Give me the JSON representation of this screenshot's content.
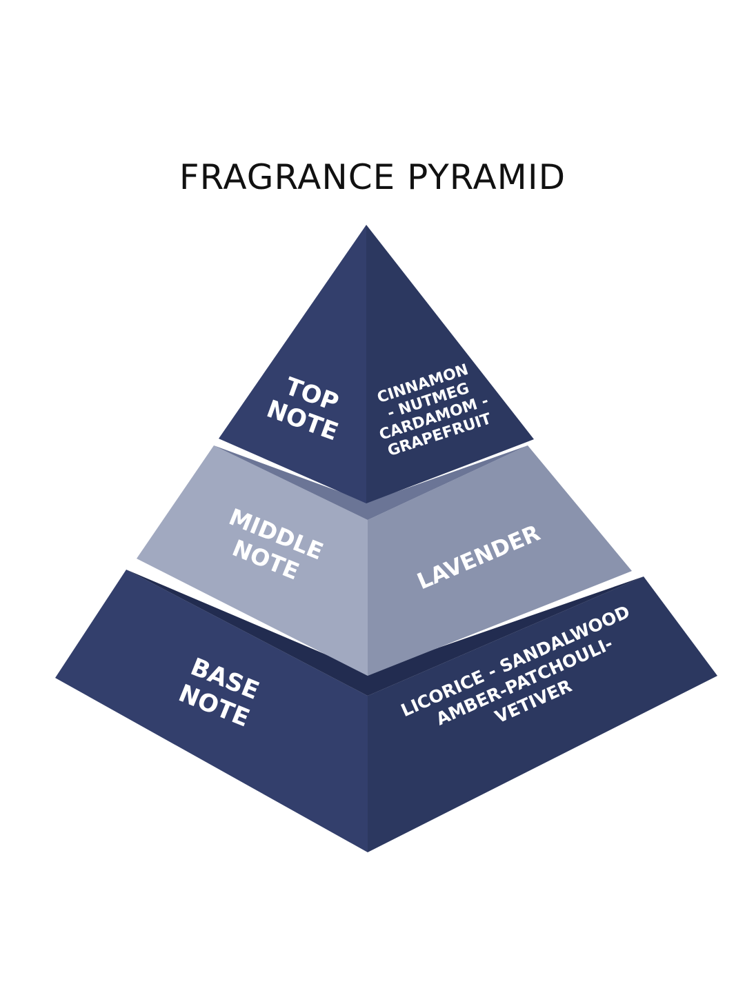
{
  "title": "FRAGRANCE PYRAMID",
  "colors": {
    "dark_navy_left": "#333f6c",
    "dark_navy_right": "#2c3860",
    "dark_navy_shelf": "#222c50",
    "light_left": "#a1a9c0",
    "light_right": "#8a93ad",
    "light_shelf": "#6b7596",
    "text": "#ffffff",
    "title": "#111111"
  },
  "tiers": {
    "top": {
      "label_line1": "TOP",
      "label_line2": "NOTE",
      "notes_line1": "CINNAMON",
      "notes_line2": "- NUTMEG",
      "notes_line3": "CARDAMOM -",
      "notes_line4": "GRAPEFRUIT"
    },
    "middle": {
      "label_line1": "MIDDLE",
      "label_line2": "NOTE",
      "notes_line1": "LAVENDER"
    },
    "base": {
      "label_line1": "BASE",
      "label_line2": "NOTE",
      "notes_line1": "LICORICE - SANDALWOOD",
      "notes_line2": "AMBER-PATCHOULI-",
      "notes_line3": "VETIVER"
    }
  }
}
